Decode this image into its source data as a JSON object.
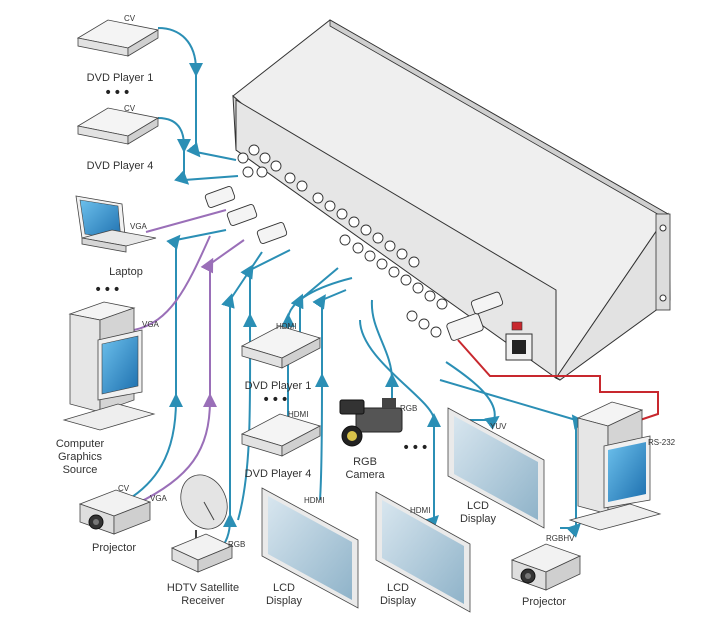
{
  "devices": {
    "dvd1": "DVD Player 1",
    "dvd4": "DVD Player 4",
    "laptop": "Laptop",
    "pc": "Computer Graphics Source",
    "projector_left": "Projector",
    "dvd_hdmi1": "DVD Player 1",
    "dvd_hdmi4": "DVD Player 4",
    "camera": "RGB Camera",
    "satellite": "HDTV Satellite Receiver",
    "lcd1": "LCD Display",
    "lcd2": "LCD Display",
    "lcd3": "LCD Display",
    "projector_right": "Projector"
  },
  "ellipsis": "•••",
  "signals": {
    "cv_top": "CV",
    "cv_dvd4": "CV",
    "vga_laptop": "VGA",
    "vga_pc": "VGA",
    "cv_proj": "CV",
    "vga_proj": "VGA",
    "hdmi_dvd1": "HDMI",
    "hdmi_dvd4": "HDMI",
    "rgb_cam": "RGB",
    "rgb_sat": "RGB",
    "hdmi_lcd1": "HDMI",
    "hdmi_lcd2": "HDMI",
    "yuv": "YUV",
    "rgbhv": "RGBHV",
    "rs232": "RS-232"
  },
  "colors": {
    "cable_blue": "#2b8fb5",
    "cable_purple": "#9a6fb8",
    "cable_red": "#c8282e"
  }
}
